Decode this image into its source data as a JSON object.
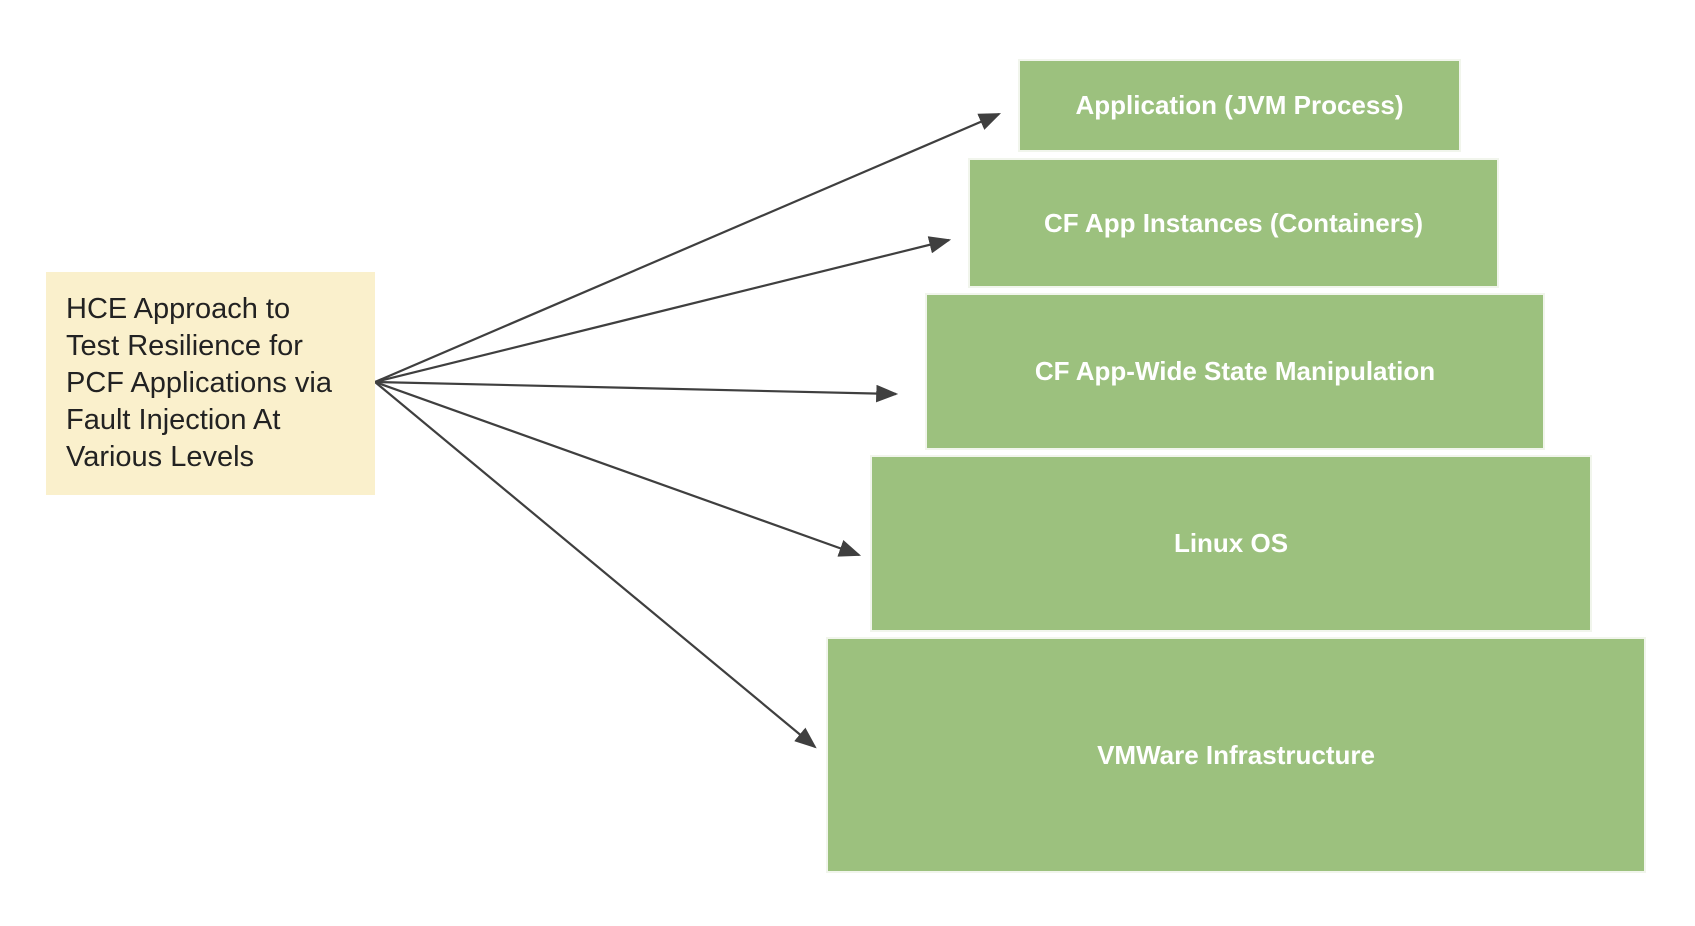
{
  "diagram": {
    "source_node": {
      "label": "HCE Approach to\nTest Resilience for\nPCF Applications via\nFault Injection At\nVarious Levels",
      "background": "#FAF0CC",
      "text_color": "#222222"
    },
    "levels": [
      {
        "label": "Application (JVM Process)"
      },
      {
        "label": "CF App Instances (Containers)"
      },
      {
        "label": "CF App-Wide State Manipulation"
      },
      {
        "label": "Linux OS"
      },
      {
        "label": "VMWare Infrastructure"
      }
    ],
    "colors": {
      "level_fill": "#9CC17E",
      "level_text": "#ffffff",
      "arrow": "#3f3f3f",
      "background": "#ffffff"
    }
  }
}
